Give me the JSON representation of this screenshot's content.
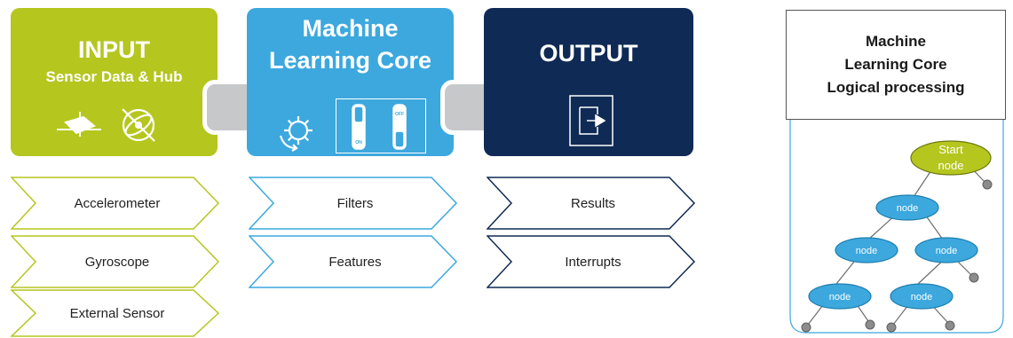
{
  "input_block": {
    "title": "INPUT",
    "subtitle": "Sensor Data & Hub",
    "color": "#b5c61f",
    "icons": [
      "accelerometer-chip-icon",
      "gyroscope-icon"
    ]
  },
  "mlc_block": {
    "title_line1": "Machine",
    "title_line2": "Learning Core",
    "color": "#3ca8de",
    "icons": [
      "gear-cycle-icon",
      "switch-off-on-icon"
    ],
    "switch_labels": {
      "top": "OFF",
      "bottom": "ON"
    }
  },
  "output_block": {
    "title": "OUTPUT",
    "color": "#0f2a55",
    "icons": [
      "exit-arrow-icon"
    ]
  },
  "connector_color": "#c7c8ca",
  "input_items": [
    "Accelerometer",
    "Gyroscope",
    "External Sensor"
  ],
  "mlc_items": [
    "Filters",
    "Features"
  ],
  "output_items": [
    "Results",
    "Interrupts"
  ],
  "chevron_colors": {
    "input": "#b5c61f",
    "mlc": "#3ca8de",
    "output": "#0f2a55"
  },
  "tree_panel": {
    "header_line1": "Machine",
    "header_line2": "Learning Core",
    "header_line3": "Logical processing",
    "start_node_line1": "Start",
    "start_node_line2": "node",
    "node_label": "node",
    "start_color": "#b5c61f",
    "node_color": "#3ca8de",
    "leaf_color": "#8c8c8c"
  }
}
